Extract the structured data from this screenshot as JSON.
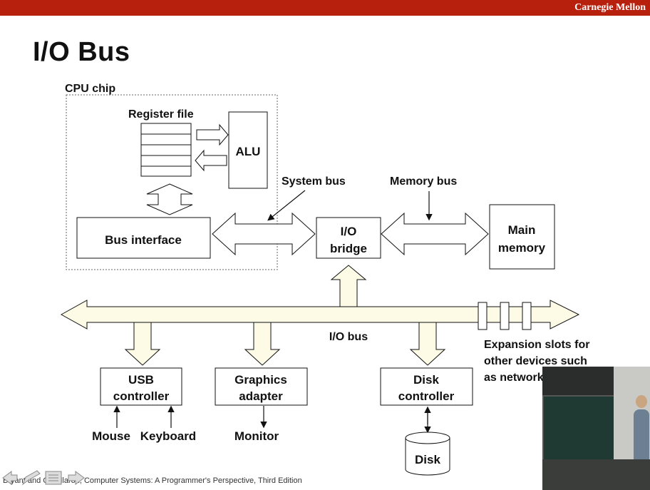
{
  "header": {
    "brand": "Carnegie Mellon"
  },
  "slide": {
    "title": "I/O Bus"
  },
  "diagram": {
    "cpu_chip": "CPU chip",
    "register_file": "Register file",
    "alu": "ALU",
    "bus_interface": "Bus interface",
    "system_bus": "System bus",
    "memory_bus": "Memory bus",
    "io_bridge": [
      "I/O",
      "bridge"
    ],
    "main_memory": [
      "Main",
      "memory"
    ],
    "io_bus": "I/O bus",
    "usb_controller": [
      "USB",
      "controller"
    ],
    "graphics_adapter": [
      "Graphics",
      "adapter"
    ],
    "disk_controller": [
      "Disk",
      "controller"
    ],
    "mouse": "Mouse",
    "keyboard": "Keyboard",
    "monitor": "Monitor",
    "disk": "Disk",
    "expansion_note": [
      "Expansion slots for",
      "other devices such",
      "as network"
    ]
  },
  "footer": {
    "citation": "Bryant and O'Hallaron, Computer Systems: A Programmer's Perspective, Third Edition"
  },
  "colors": {
    "accent": "#b8200e",
    "bus_fill": "#fdfbe6"
  }
}
